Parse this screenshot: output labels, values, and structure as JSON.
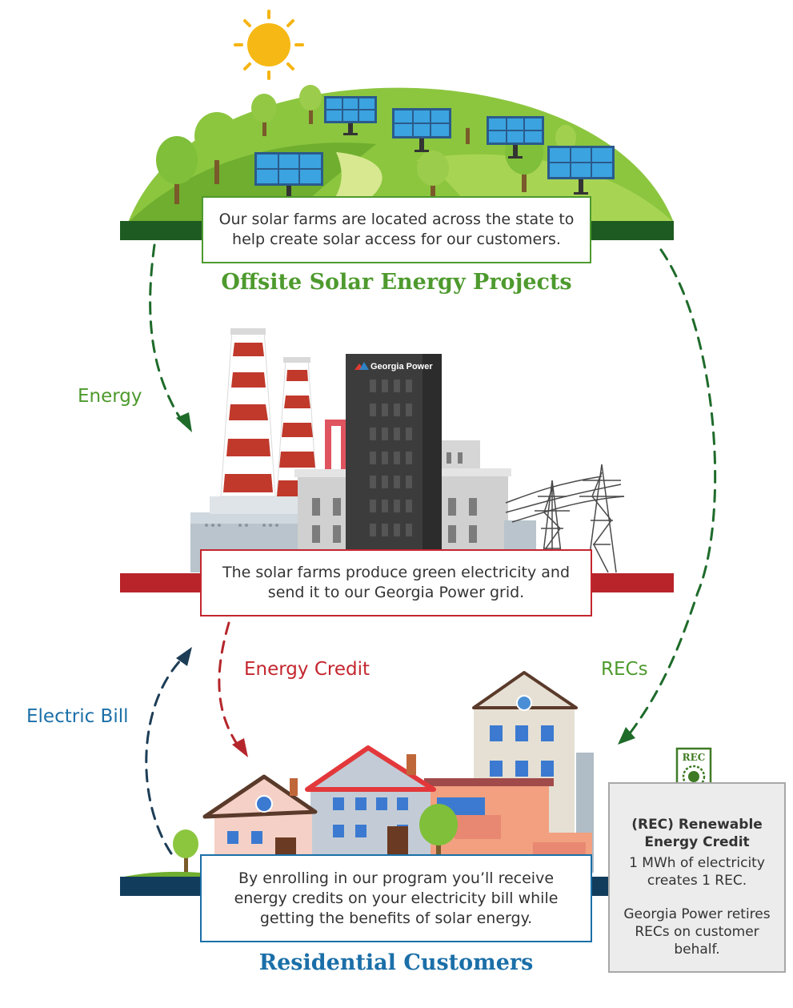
{
  "colors": {
    "solar_green": "#4e9a2e",
    "grid_red": "#c4262e",
    "customer_blue": "#1b6fa8",
    "arrow_green": "#1e6b2a",
    "arrow_red": "#b5262c",
    "arrow_navy": "#1d3d56"
  },
  "solar": {
    "description": "Our solar farms are located across the state to help create solar access for our customers.",
    "title": "Offsite Solar Energy Projects"
  },
  "grid": {
    "logo_text": "Georgia Power",
    "description": "The solar farms produce green electricity and send it to our Georgia Power grid."
  },
  "customers": {
    "description": "By enrolling in our program you’ll receive energy credits on your electricity bill while getting the benefits of solar energy.",
    "title": "Residential Customers"
  },
  "flows": {
    "energy": "Energy",
    "energy_credit": "Energy Credit",
    "recs": "RECs",
    "electric_bill": "Electric Bill"
  },
  "rec": {
    "badge": "REC",
    "title": "(REC)  Renewable Energy Credit",
    "definition": "1 MWh of electricity creates 1 REC.",
    "retire_note": "Georgia Power retires RECs on customer behalf."
  },
  "icons": [
    "sun-icon",
    "solar-panel-icon",
    "tree-icon",
    "smokestack-icon",
    "power-tower-icon",
    "house-icon",
    "rec-ribbon-icon"
  ]
}
